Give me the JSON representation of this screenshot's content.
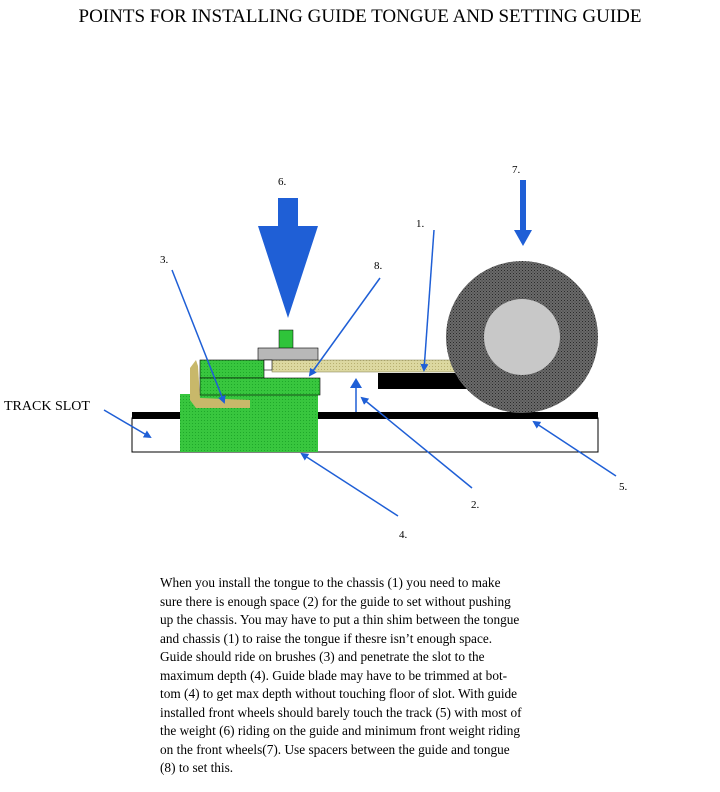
{
  "title": "POINTS FOR INSTALLING GUIDE TONGUE AND SETTING GUIDE",
  "labels": {
    "track_slot": "TRACK SLOT",
    "n1": "1.",
    "n2": "2.",
    "n3": "3.",
    "n4": "4.",
    "n5": "5.",
    "n6": "6.",
    "n7": "7.",
    "n8": "8."
  },
  "description_lines": [
    "When you install the tongue to the chassis (1) you need to make",
    "sure there is enough space (2) for the guide to set without pushing",
    "up the chassis.  You may have to put a thin shim between the tongue",
    "and chassis (1) to raise the tongue if thesre isn’t enough space.",
    "Guide should ride on brushes (3) and penetrate the slot to the",
    "maximum depth (4).  Guide blade may have to be trimmed at bot-",
    "tom (4) to get max depth without touching floor of slot. With guide",
    "installed front wheels should barely touch the track (5) with most of",
    "the weight (6) riding on the guide and minimum front weight riding",
    "on the front wheels(7). Use spacers  between the guide and tongue",
    "(8) to set this."
  ],
  "colors": {
    "arrow_blue": "#1f5fd6",
    "guide_green": "#2fc43a",
    "brush_tan": "#c8b86a",
    "tire_gray": "#5a5a5a",
    "hub_gray": "#c8c8c8",
    "track_black": "#000000"
  }
}
